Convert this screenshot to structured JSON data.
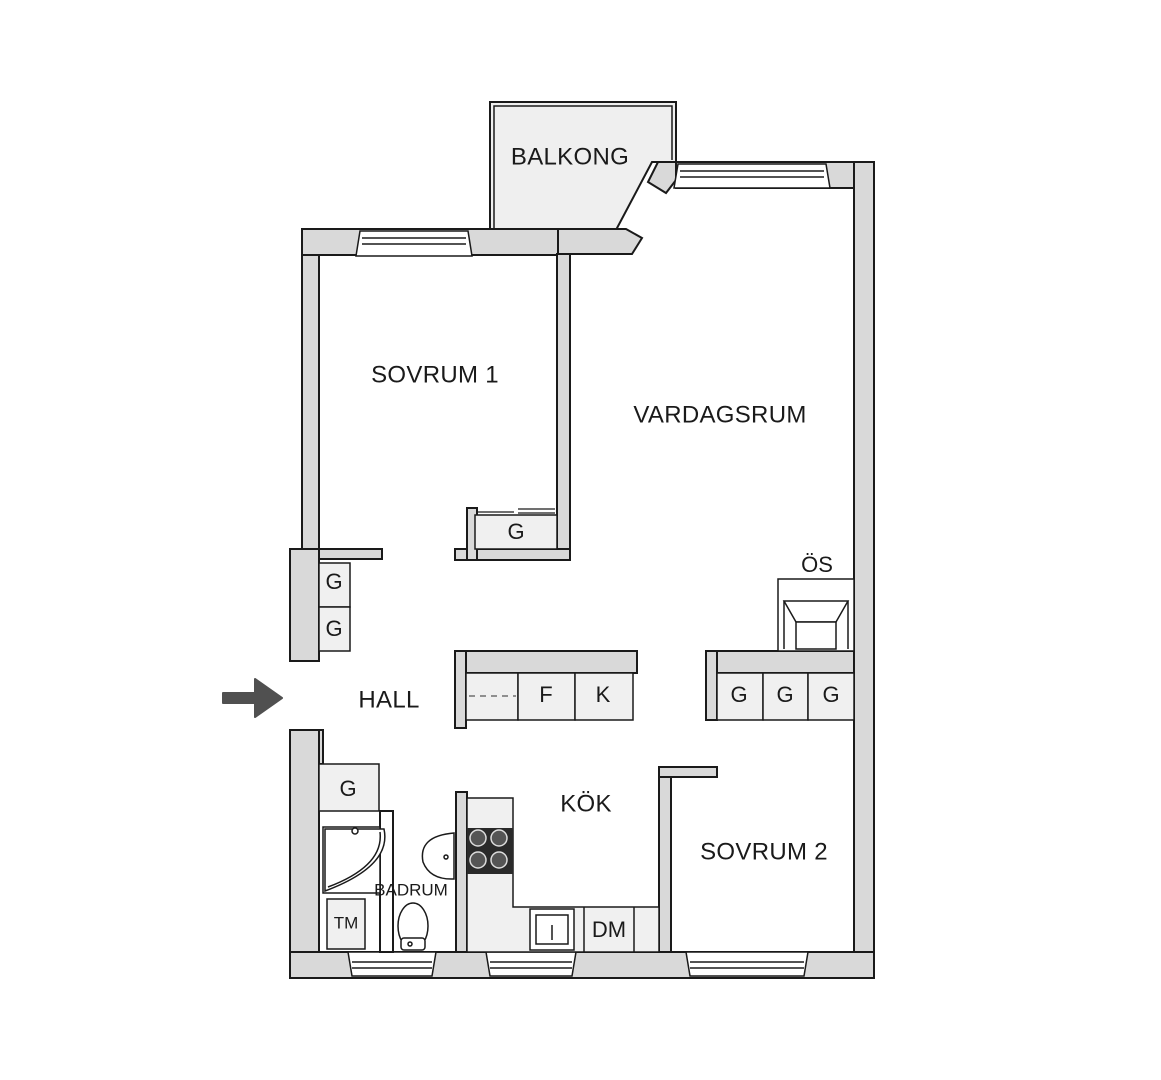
{
  "rooms": {
    "balkong": "BALKONG",
    "sovrum1": "SOVRUM 1",
    "vardagsrum": "VARDAGSRUM",
    "hall": "HALL",
    "kok": "KÖK",
    "sovrum2": "SOVRUM 2",
    "badrum": "BADRUM"
  },
  "fixtures": {
    "wardrobe": "G",
    "fridge": "F",
    "freezer": "K",
    "dishwasher": "DM",
    "washer": "TM",
    "overhead_storage": "ÖS"
  },
  "colors": {
    "wall": "#d9d9d9",
    "wall_stroke": "#1a1a1a",
    "floor": "#ffffff",
    "cabinet": "#f0f0f0",
    "balcony": "#efefef",
    "arrow": "#505050",
    "stove": "#2a2a2a"
  }
}
